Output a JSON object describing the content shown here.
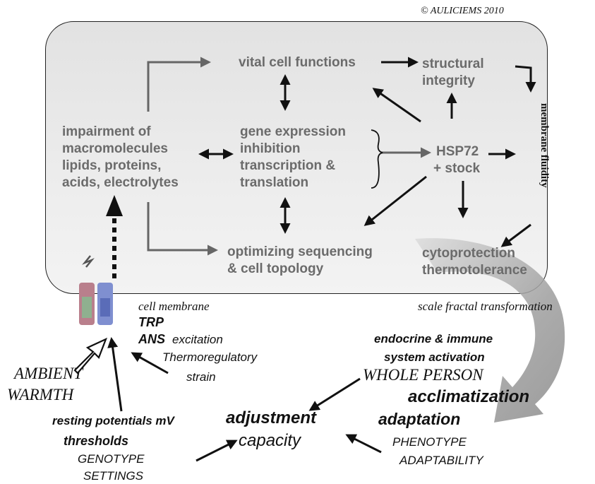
{
  "copyright": "© AULICIEMS  2010",
  "cell_box": {
    "vital": "vital cell functions",
    "structural": [
      "structural",
      "integrity"
    ],
    "membrane_fluidity": "membrane fluidity",
    "impairment": [
      "impairment of",
      "macromolecules",
      "lipids, proteins,",
      "acids, electrolytes"
    ],
    "gene": [
      "gene expression",
      "inhibition",
      "transcription &",
      "translation"
    ],
    "hsp": [
      "HSP72",
      "+ stock"
    ],
    "optimizing": [
      "optimizing sequencing",
      "& cell topology"
    ],
    "cytoprotection": [
      "cytoprotection",
      "thermotolerance"
    ]
  },
  "labels": {
    "cell_membrane": "cell membrane",
    "trp": "TRP",
    "ans": "ANS",
    "excitation": "excitation",
    "thermoregulatory": "Thermoregulatory",
    "strain": "strain",
    "scale_fractal": "scale fractal  transformation",
    "endocrine": "endocrine & immune",
    "system_activation": "system activation",
    "whole_person": "WHOLE  PERSON",
    "ambient": "AMBIENT",
    "warmth": "WARMTH",
    "acclimatization": "acclimatization",
    "adjustment": "adjustment",
    "adaptation": "adaptation",
    "resting": "resting potentials mV",
    "capacity": "capacity",
    "thresholds": "thresholds",
    "phenotype": "PHENOTYPE",
    "genotype": "GENOTYPE",
    "adaptability": "ADAPTABILITY",
    "settings": "SETTINGS"
  },
  "colors": {
    "grey_text": "#6b6b6b",
    "arrow": "#111111",
    "grey_arrow": "#666666",
    "box_fill": "#e8e8e8"
  },
  "icons": [
    "lightning-icon",
    "trp-channel-icon"
  ]
}
